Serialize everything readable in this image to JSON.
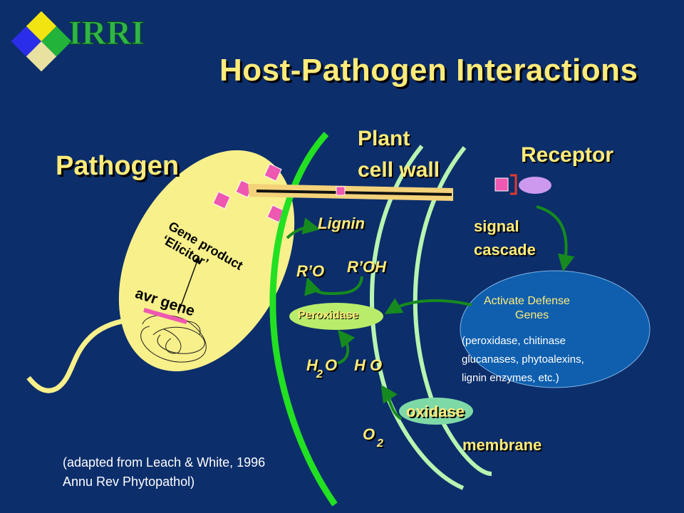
{
  "title": "Host-Pathogen Interactions",
  "logo": {
    "text": "IRRI"
  },
  "labels": {
    "pathogen": "Pathogen",
    "plant_cell_wall_line1": "Plant",
    "plant_cell_wall_line2": "cell wall",
    "receptor": "Receptor",
    "gene_product_line1": "Gene product",
    "gene_product_line2": "‘Elicitor’",
    "avr_gene": "avr gene",
    "lignin": "Lignin",
    "r_o": "R’O",
    "r_oh": "R’OH",
    "peroxidase": "Peroxidase",
    "h2o_h": "H",
    "h2o_sub": "2",
    "h2o_o": "O",
    "h_o": "H O",
    "o2_o": "O",
    "o2_sub": "2",
    "oxidase": "oxidase",
    "membrane": "membrane",
    "signal_cascade_line1": "signal",
    "signal_cascade_line2": "cascade",
    "activate_line1": "Activate Defense",
    "activate_line2": "Genes",
    "defense_line1": "(peroxidase, chitinase",
    "defense_line2": "glucanases, phytoalexins,",
    "defense_line3": "lignin  enzymes, etc.)"
  },
  "citation": {
    "line1": "(adapted from Leach & White, 1996",
    "line2": "Annu Rev Phytopathol)"
  },
  "colors": {
    "background": "#0c2e6b",
    "title": "#ffeb7a",
    "pathogen_cell": "#f8f08a",
    "cell_wall_green": "#22e022",
    "membrane_lines": "#b7f5b0",
    "elicitor_pink": "#ee58b0",
    "receptor_lavender": "#cc99ee",
    "defense_ellipse": "#0f5fae",
    "arrows_green": "#168a1e"
  }
}
